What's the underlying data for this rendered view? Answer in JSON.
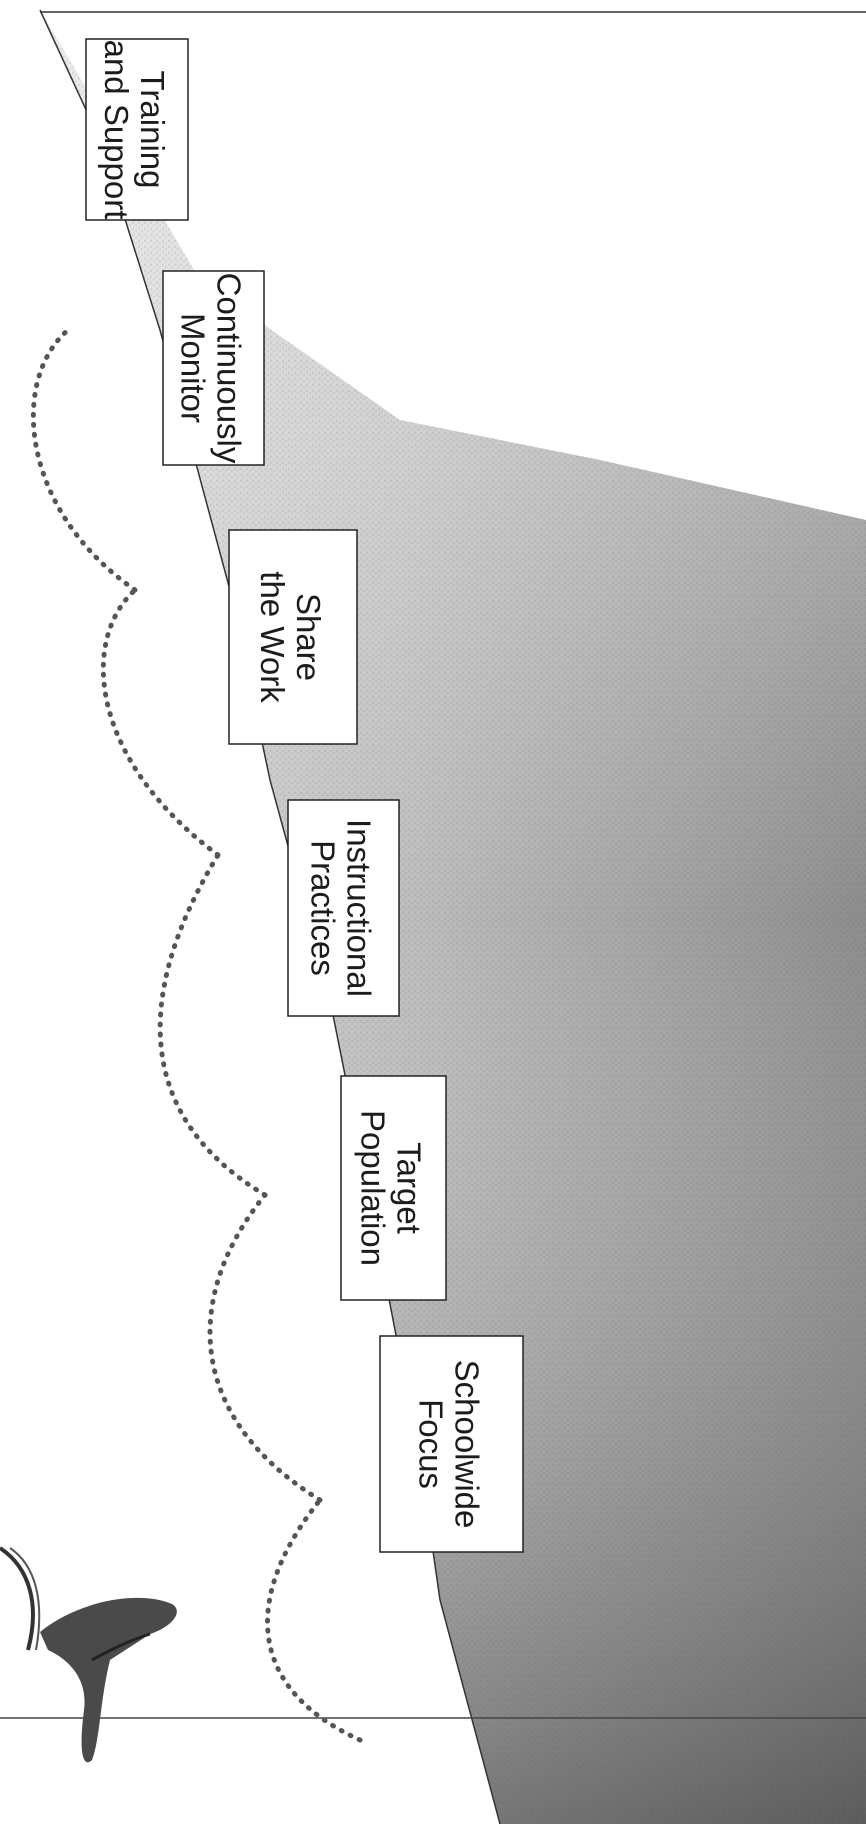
{
  "diagram": {
    "orientation": "rotated-90-clockwise",
    "steps": [
      {
        "id": "schoolwide-focus",
        "line1": "Schoolwide",
        "line2": "Focus"
      },
      {
        "id": "target-population",
        "line1": "Target",
        "line2": "Population"
      },
      {
        "id": "instructional-practices",
        "line1": "Instructional",
        "line2": "Practices"
      },
      {
        "id": "share-the-work",
        "line1": "Share",
        "line2": "the Work"
      },
      {
        "id": "continuously-monitor",
        "line1": "Continuously",
        "line2": "Monitor"
      },
      {
        "id": "training-and-support",
        "line1": "Training",
        "line2": "and Support"
      }
    ],
    "connector_style": "dotted-arc",
    "colors": {
      "box_fill": "#ffffff",
      "box_stroke": "#222222",
      "text": "#1c1c1c",
      "dots": "#555555",
      "mountain_dark": "#4a4a4a",
      "mountain_light": "#cfcfcf",
      "background": "#ffffff"
    },
    "icons": [
      "magnifying-glass-icon"
    ]
  }
}
